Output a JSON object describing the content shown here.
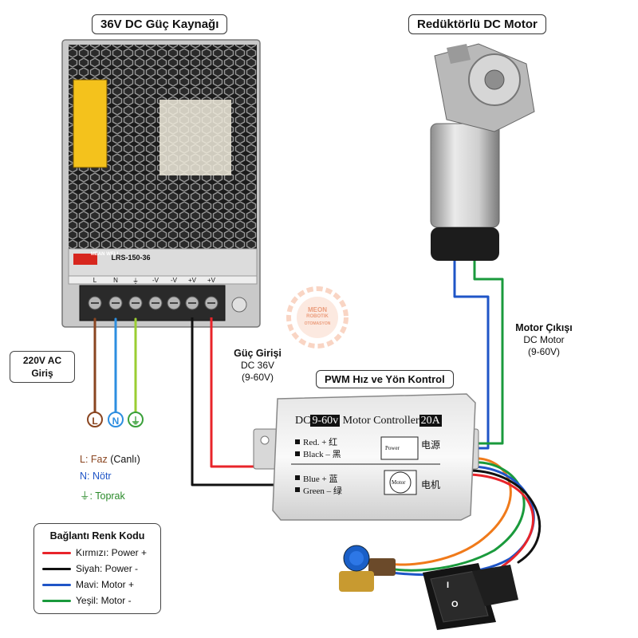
{
  "titles": {
    "psu": "36V DC Güç Kaynağı",
    "motor": "Redüktörlü DC Motor",
    "pwm": "PWM Hız ve Yön Kontrol"
  },
  "psu": {
    "brand": "MEAN WELL",
    "model": "LRS-150-36",
    "terminal_labels": [
      "L",
      "N",
      "⏚",
      "-V",
      "-V",
      "+V",
      "+V"
    ]
  },
  "ac_input": {
    "title_line1": "220V AC",
    "title_line2": "Giriş",
    "terminals": [
      "L",
      "N",
      "⏚"
    ]
  },
  "ac_legend": {
    "l_prefix": "L: Faz",
    "l_suffix": " (Canlı)",
    "n": "N: Nötr",
    "g_symbol": "⏚",
    "g_text": ": Toprak"
  },
  "power_input_label": {
    "title": "Güç Girişi",
    "line2": "DC 36V",
    "line3": "(9-60V)"
  },
  "motor_output_label": {
    "title": "Motor Çıkışı",
    "line2": "DC Motor",
    "line3": "(9-60V)"
  },
  "controller": {
    "header_dc": "DC",
    "header_volt": "9-60v",
    "header_name": "Motor Controller",
    "header_amp": "20A",
    "red": "Red. + 红",
    "black": "Black – 黑",
    "power_box": "Power",
    "power_cn": "电源",
    "blue": "Blue  + 蓝",
    "green": "Green – 绿",
    "motor_box": "Motor",
    "motor_cn": "电机"
  },
  "switch": {
    "on": "I",
    "off": "O"
  },
  "watermark": {
    "line1": "MEON",
    "line2": "ROBOTIK",
    "line3": "OTOMASYON"
  },
  "color_legend": {
    "title": "Bağlantı Renk Kodu",
    "rows": [
      {
        "text": "Kırmızı: Power +",
        "color": "#e8242a"
      },
      {
        "text": "Siyah: Power -",
        "color": "#111111"
      },
      {
        "text": "Mavi: Motor +",
        "color": "#1f55c7"
      },
      {
        "text": "Yeşil: Motor -",
        "color": "#1a9a3c"
      }
    ]
  },
  "colors": {
    "red": "#e8242a",
    "black": "#111111",
    "blue": "#1f55c7",
    "green": "#1a9a3c",
    "brown": "#8a4520",
    "ac_blue": "#2d8ee0",
    "yellow_green": "#9acd32",
    "orange": "#f07a1a"
  }
}
